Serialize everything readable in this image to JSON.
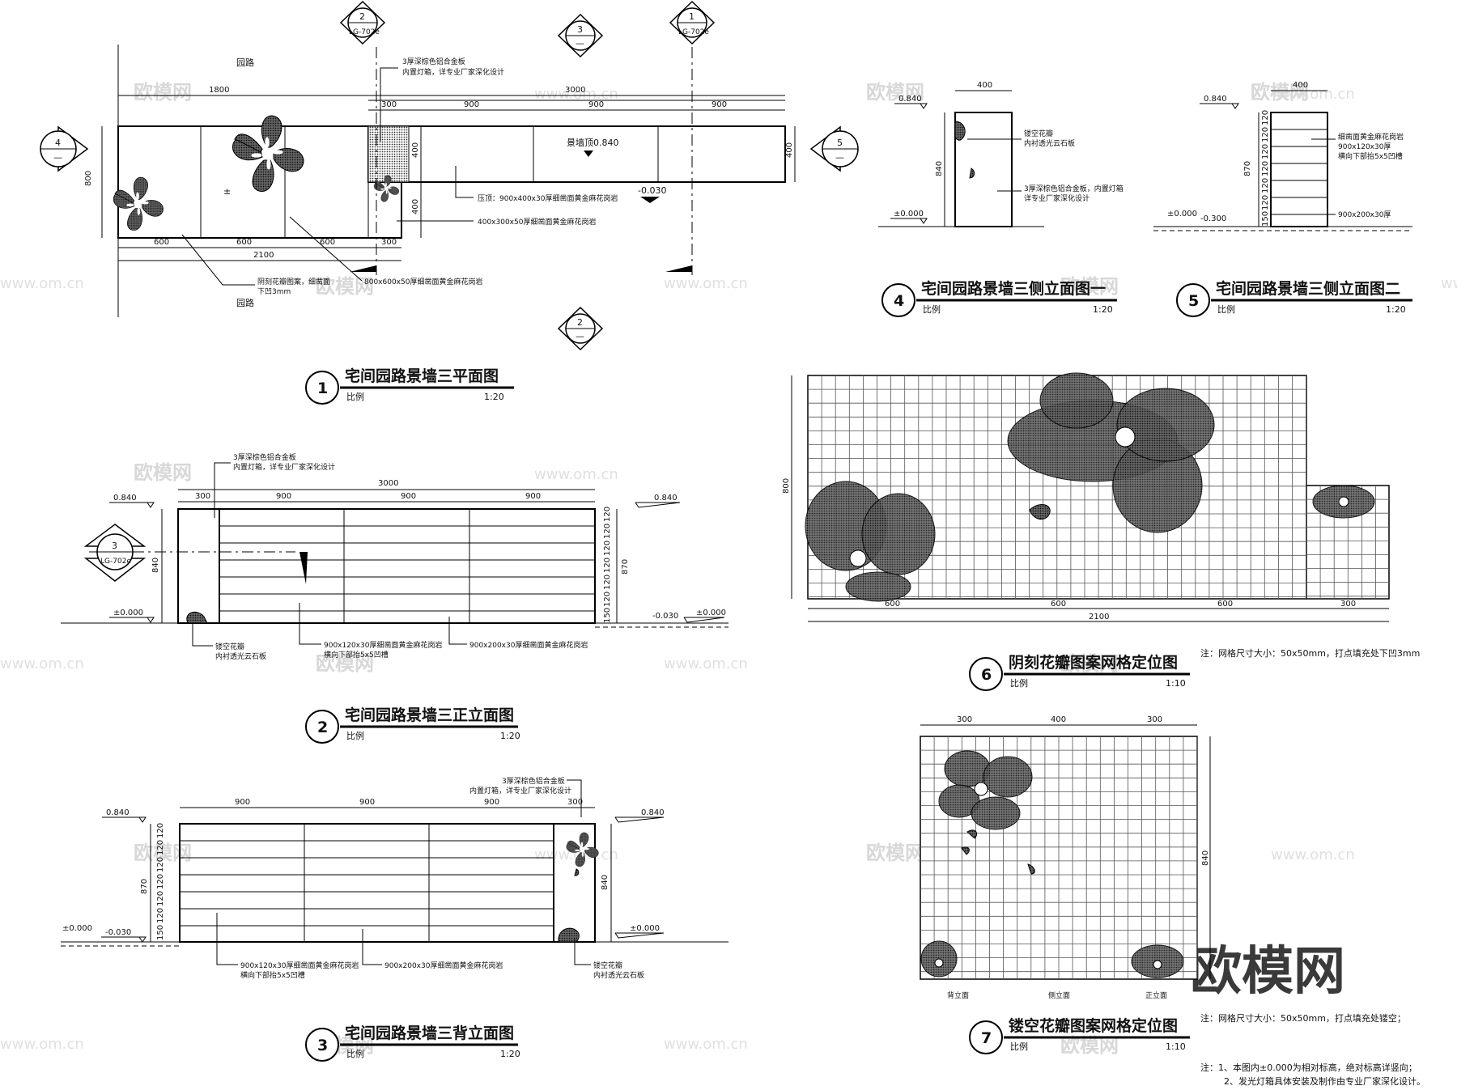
{
  "plan": {
    "road_top": "园路",
    "road_bottom": "园路",
    "dim_1800": "1800",
    "dim_3000": "3000",
    "dim_300": "300",
    "dim_900a": "900",
    "dim_900b": "900",
    "dim_900c": "900",
    "dim_800": "800",
    "dim_400a": "400",
    "dim_400b": "400",
    "dim_400c": "400",
    "dim_600a": "600",
    "dim_600b": "600",
    "dim_600c": "600",
    "dim_300b": "300",
    "dim_2100": "2100",
    "top_label": "景墙顶0.840",
    "level_minus": "-0.030",
    "level_pm": "±",
    "note_top_1": "3厚深棕色铝合金板",
    "note_top_2": "内置灯箱，详专业厂家深化设计",
    "note_cap": "压顶：900x400x30厚细凿面黄金麻花岗岩",
    "note_400": "400x300x50厚细凿面黄金麻花岗岩",
    "note_paving": "800x600x50厚细凿面黄金麻花岗岩",
    "note_petal_1": "阴刻花瓣图案，细凿面",
    "note_petal_2": "下凹3mm",
    "title_num": "1",
    "title": "宅间园路景墙三平面图",
    "scale_label": "比例",
    "scale": "1:20"
  },
  "markers": {
    "m2_num": "2",
    "m2_ref": "LG-702e",
    "m3_num": "3",
    "m3_dash": "—",
    "m1_num": "1",
    "m1_ref": "LG-702e",
    "m4_num": "4",
    "m4_dash": "—",
    "m5_num": "5",
    "m5_dash": "—",
    "m2b_num": "2",
    "m2b_dash": "—",
    "m3b_num": "3",
    "m3b_ref": "LG-702e"
  },
  "side1": {
    "dim_400": "400",
    "lvl_top": "0.840",
    "lvl_zero": "±0.000",
    "dim_840": "840",
    "note1_1": "镂空花瓣",
    "note1_2": "内衬透光云石板",
    "note2_1": "3厚深棕色铝合金板，内置灯箱",
    "note2_2": "详专业厂家深化设计",
    "title_num": "4",
    "title": "宅间园路景墙三侧立面图一",
    "scale_label": "比例",
    "scale": "1:20"
  },
  "side2": {
    "dim_400": "400",
    "lvl_top": "0.840",
    "lvl_zero": "±0.000",
    "lvl_minus": "-0.300",
    "dim_870": "870",
    "rows": [
      "120",
      "120",
      "120",
      "120",
      "120",
      "120",
      "150"
    ],
    "note1_1": "细凿面黄金麻花岗岩",
    "note1_2": "900x120x30厚",
    "note1_3": "横向下部抬5x5凹槽",
    "note2": "900x200x30厚",
    "title_num": "5",
    "title": "宅间园路景墙三侧立面图二",
    "scale_label": "比例",
    "scale": "1:20"
  },
  "front": {
    "note_top_1": "3厚深棕色铝合金板",
    "note_top_2": "内置灯箱，详专业厂家深化设计",
    "dim_3000": "3000",
    "dim_300": "300",
    "dim_900a": "900",
    "dim_900b": "900",
    "dim_900c": "900",
    "lvl_top_l": "0.840",
    "lvl_top_r": "0.840",
    "lvl_zero_l": "±0.000",
    "lvl_zero_r": "±0.000",
    "lvl_minus": "-0.030",
    "dim_840": "840",
    "dim_870": "870",
    "rows": [
      "120",
      "120",
      "120",
      "120",
      "120",
      "120",
      "150"
    ],
    "note_b1_1": "镂空花瓣",
    "note_b1_2": "内衬透光云石板",
    "note_b2_1": "900x120x30厚细凿面黄金麻花岗岩",
    "note_b2_2": "横向下部抬5x5凹槽",
    "note_b3": "900x200x30厚细凿面黄金麻花岗岩",
    "title_num": "2",
    "title": "宅间园路景墙三正立面图",
    "scale_label": "比例",
    "scale": "1:20"
  },
  "back": {
    "note_top_1": "3厚深棕色铝合金板",
    "note_top_2": "内置灯箱，详专业厂家深化设计",
    "dim_900a": "900",
    "dim_900b": "900",
    "dim_900c": "900",
    "dim_300": "300",
    "lvl_top_l": "0.840",
    "lvl_top_r": "0.840",
    "lvl_zero_l": "±0.000",
    "lvl_minus": "-0.030",
    "lvl_zero_r": "±0.000",
    "dim_870": "870",
    "dim_840": "840",
    "rows": [
      "120",
      "120",
      "120",
      "120",
      "120",
      "120",
      "150"
    ],
    "note_b1_1": "900x120x30厚细凿面黄金麻花岗岩",
    "note_b1_2": "横向下部抬5x5凹槽",
    "note_b2": "900x200x30厚细凿面黄金麻花岗岩",
    "note_b3_1": "镂空花瓣",
    "note_b3_2": "内衬透光云石板",
    "title_num": "3",
    "title": "宅间园路景墙三背立面图",
    "scale_label": "比例",
    "scale": "1:20"
  },
  "grid6": {
    "dim_800": "800",
    "dim_600a": "600",
    "dim_600b": "600",
    "dim_600c": "600",
    "dim_300": "300",
    "dim_2100": "2100",
    "note": "注：网格尺寸大小：50x50mm，打点填充处下凹3mm",
    "title_num": "6",
    "title": "阴刻花瓣图案网格定位图",
    "scale_label": "比例",
    "scale": "1:10"
  },
  "grid7": {
    "dim_300a": "300",
    "dim_400": "400",
    "dim_300b": "300",
    "dim_840": "840",
    "lab_back": "背立面",
    "lab_side": "侧立面",
    "lab_front": "正立面",
    "note": "注：网格尺寸大小：50x50mm，打点填充处镂空；",
    "title_num": "7",
    "title": "镂空花瓣图案网格定位图",
    "scale_label": "比例",
    "scale": "1:10"
  },
  "footer": {
    "note1": "注：1、本图内±0.000为相对标高，绝对标高详竖向；",
    "note2": "2、发光灯箱具体安装及制作由专业厂家深化设计。"
  },
  "watermark": {
    "brand": "欧模网",
    "url": "www.om.cn",
    "logo": "欧模网"
  }
}
